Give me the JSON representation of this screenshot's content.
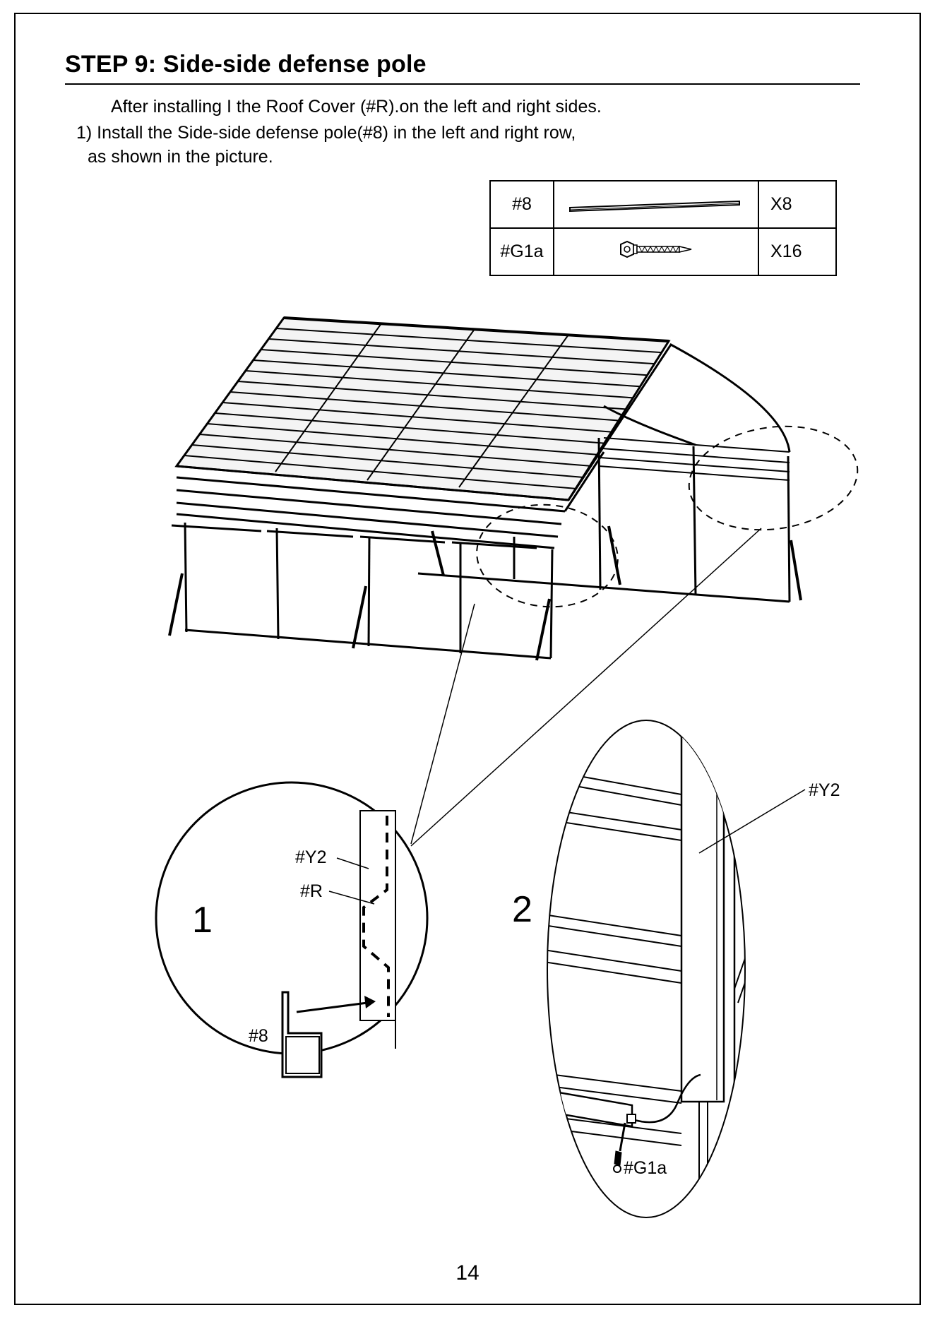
{
  "step": {
    "title": "STEP 9:   Side-side defense pole"
  },
  "instructions": [
    "After installing I the Roof Cover (#R).on the left and right sides.",
    "1) Install the Side-side defense pole(#8) in the left and right row,",
    "as shown in the picture."
  ],
  "parts": [
    {
      "id": "#8",
      "qty": "X8",
      "icon": "pole-icon"
    },
    {
      "id": "#G1a",
      "qty": "X16",
      "icon": "screw-icon"
    }
  ],
  "details": {
    "detail1": {
      "number": "1",
      "labels": [
        "#Y2",
        "#R",
        "#8"
      ]
    },
    "detail2": {
      "number": "2",
      "labels": [
        "#Y2",
        "#G1a"
      ]
    }
  },
  "page_number": "14"
}
